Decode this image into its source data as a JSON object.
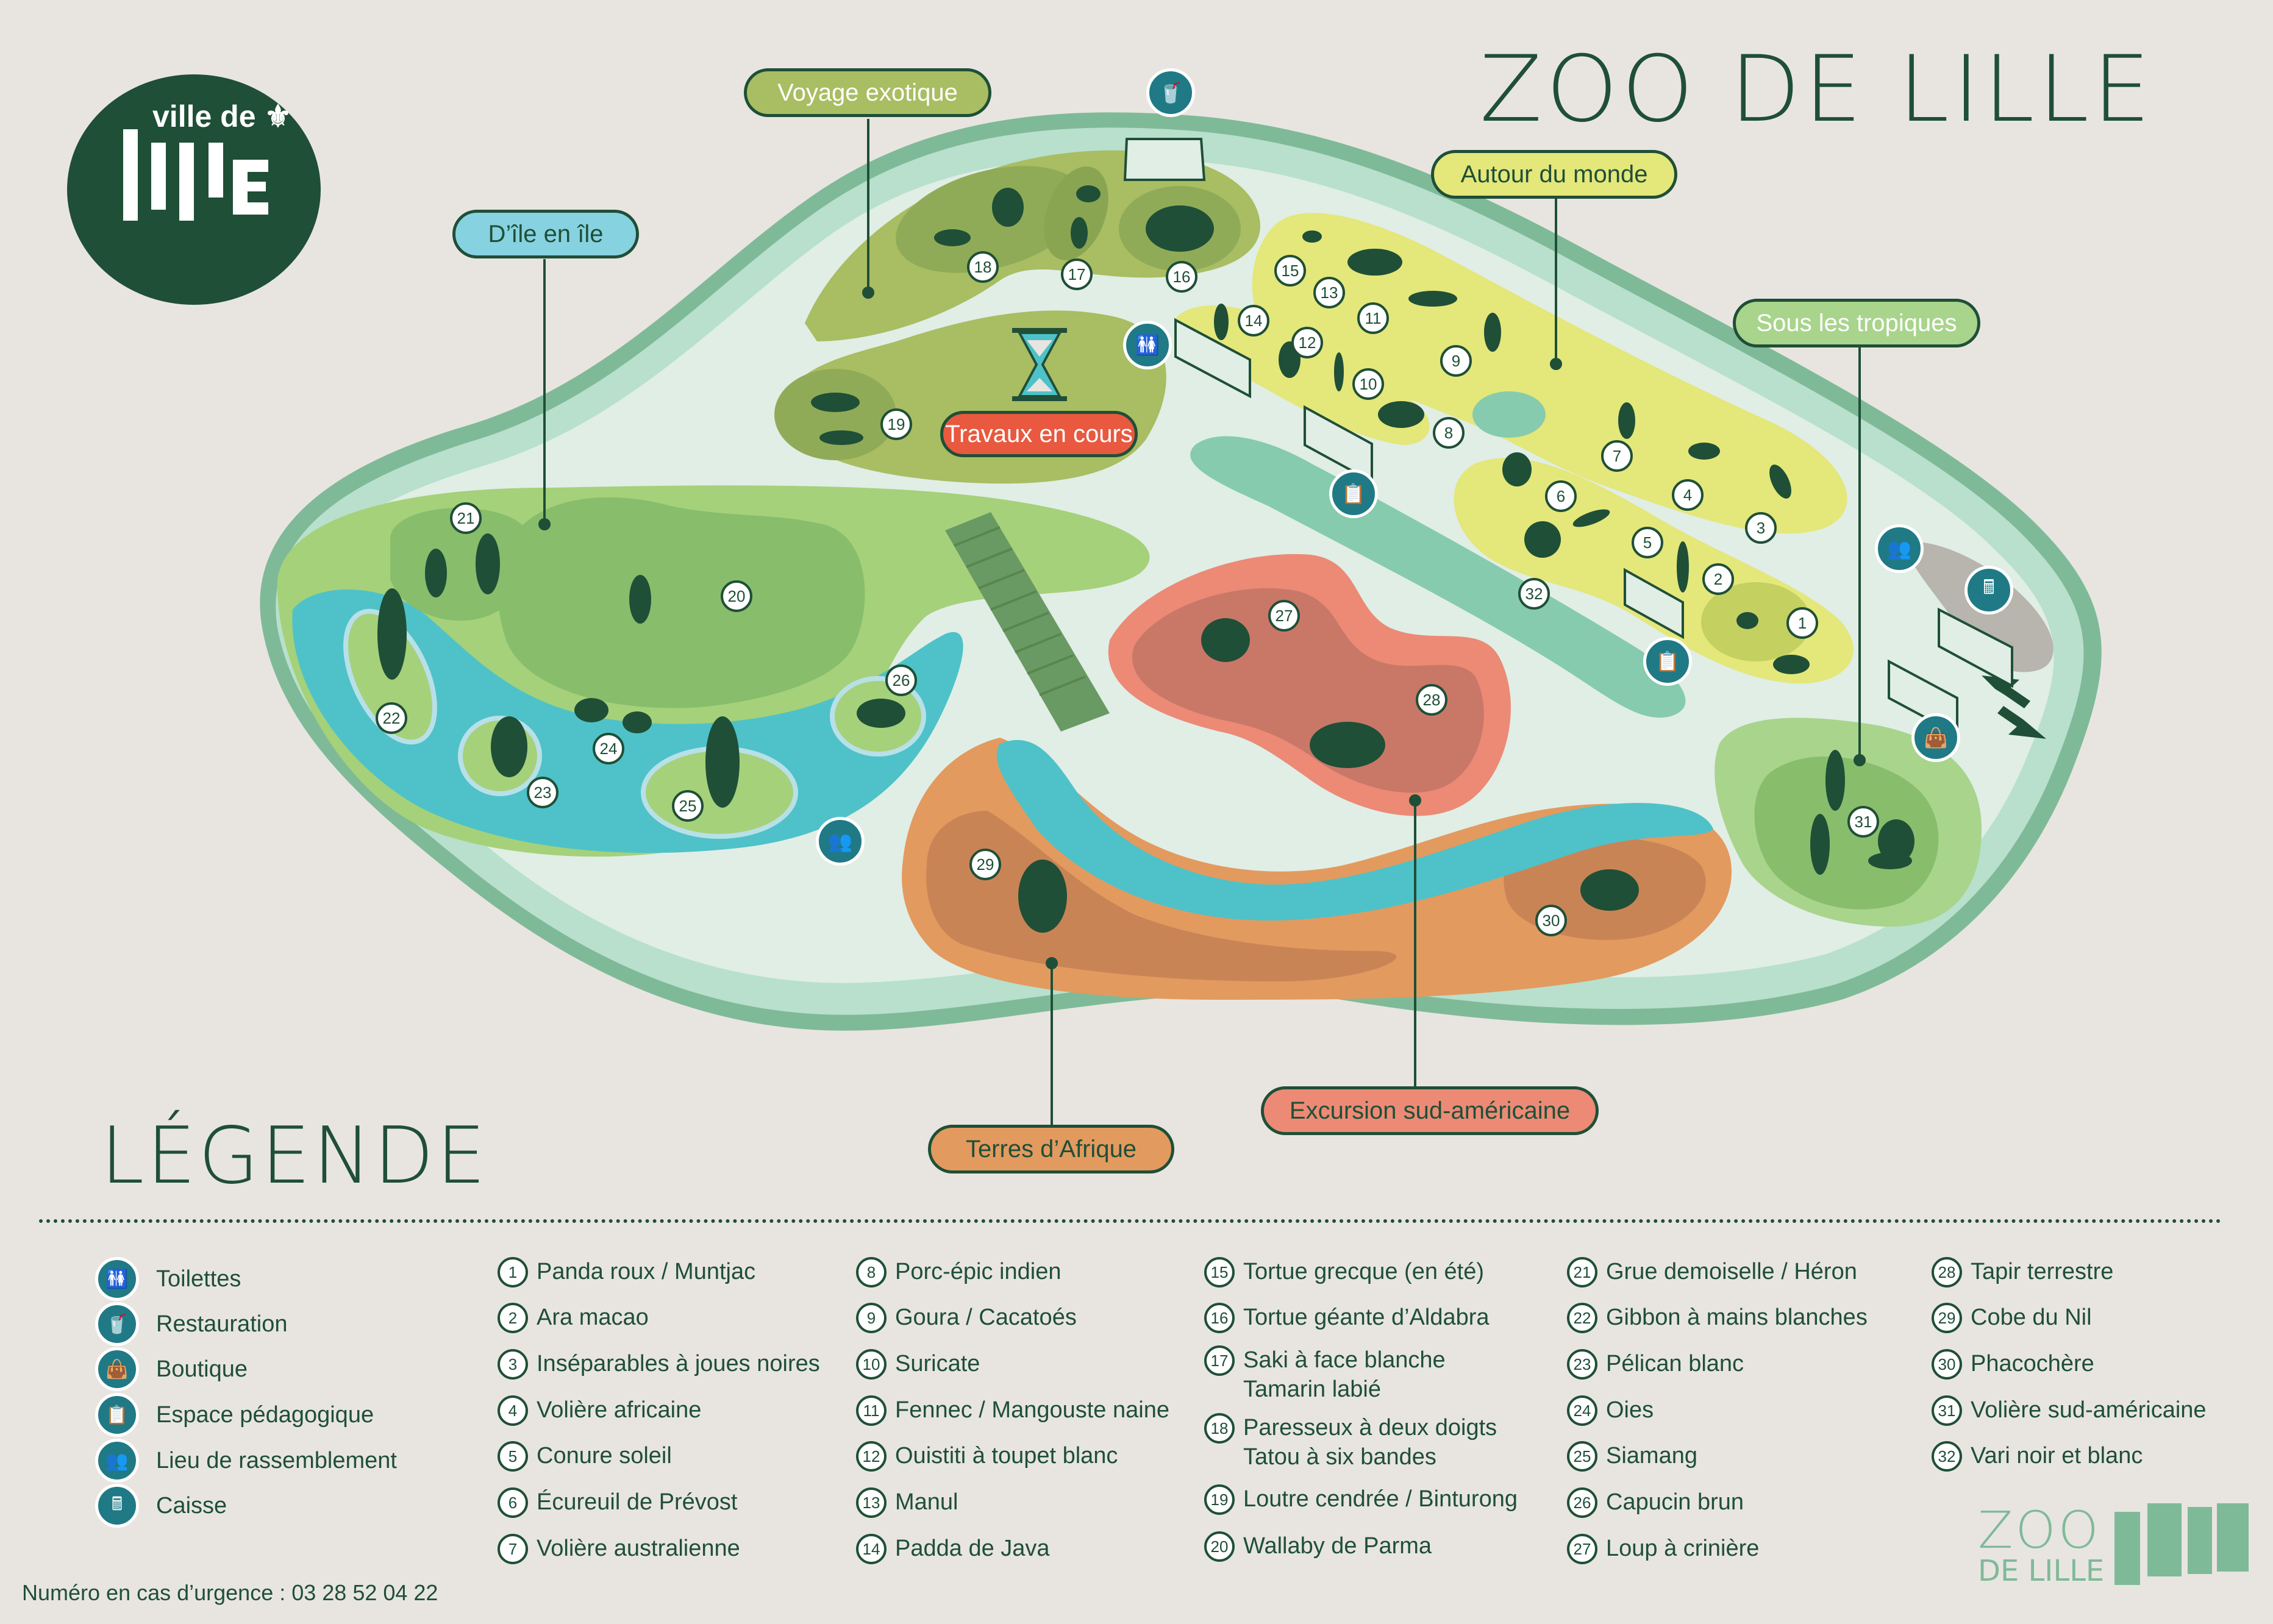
{
  "header": {
    "logo_top": "ville de",
    "logo_fleur": "⚜",
    "title": "ZOO DE LILLE"
  },
  "zones": [
    {
      "id": "dile",
      "label": "D’île en île",
      "color": "#87d2e0",
      "text_color": "#1f4f37"
    },
    {
      "id": "voyage",
      "label": "Voyage exotique",
      "color": "#a9bd62",
      "text_color": "#ffffff"
    },
    {
      "id": "autour",
      "label": "Autour du monde",
      "color": "#e4e77a",
      "text_color": "#1f4f37"
    },
    {
      "id": "tropiques",
      "label": "Sous les tropiques",
      "color": "#a8d48c",
      "text_color": "#ffffff"
    },
    {
      "id": "afrique",
      "label": "Terres d’Afrique",
      "color": "#e39a5f",
      "text_color": "#1f4f37"
    },
    {
      "id": "sudam",
      "label": "Excursion sud-américaine",
      "color": "#ec8a76",
      "text_color": "#1f4f37"
    }
  ],
  "map": {
    "works_label": "Travaux en cours",
    "enclosure_numbers": [
      "1",
      "2",
      "3",
      "4",
      "5",
      "6",
      "7",
      "8",
      "9",
      "10",
      "11",
      "12",
      "13",
      "14",
      "15",
      "16",
      "17",
      "18",
      "19",
      "20",
      "21",
      "22",
      "23",
      "24",
      "25",
      "26",
      "27",
      "28",
      "29",
      "30",
      "31",
      "32"
    ]
  },
  "legend": {
    "title": "LÉGENDE",
    "facilities": [
      {
        "icon": "toilets-icon",
        "glyph": "🚻",
        "label": "Toilettes"
      },
      {
        "icon": "drink-cup-icon",
        "glyph": "🥤",
        "label": "Restauration"
      },
      {
        "icon": "shopping-bag-icon",
        "glyph": "👜",
        "label": "Boutique"
      },
      {
        "icon": "clipboard-pencil-icon",
        "glyph": "📋",
        "label": "Espace pédagogique"
      },
      {
        "icon": "assembly-point-icon",
        "glyph": "👥",
        "label": "Lieu de rassemblement"
      },
      {
        "icon": "cash-register-icon",
        "glyph": "🖩",
        "label": "Caisse"
      }
    ],
    "animals": [
      {
        "n": "1",
        "label": "Panda roux / Muntjac"
      },
      {
        "n": "2",
        "label": "Ara macao"
      },
      {
        "n": "3",
        "label": "Inséparables à joues noires"
      },
      {
        "n": "4",
        "label": "Volière africaine"
      },
      {
        "n": "5",
        "label": "Conure soleil"
      },
      {
        "n": "6",
        "label": "Écureuil de Prévost"
      },
      {
        "n": "7",
        "label": "Volière australienne"
      },
      {
        "n": "8",
        "label": "Porc-épic indien"
      },
      {
        "n": "9",
        "label": "Goura / Cacatoés"
      },
      {
        "n": "10",
        "label": "Suricate"
      },
      {
        "n": "11",
        "label": "Fennec / Mangouste naine"
      },
      {
        "n": "12",
        "label": "Ouistiti à toupet blanc"
      },
      {
        "n": "13",
        "label": "Manul"
      },
      {
        "n": "14",
        "label": "Padda de Java"
      },
      {
        "n": "15",
        "label": "Tortue grecque (en été)"
      },
      {
        "n": "16",
        "label": "Tortue géante d’Aldabra"
      },
      {
        "n": "17",
        "label": "Saki à face blanche",
        "label2": "Tamarin labié"
      },
      {
        "n": "18",
        "label": "Paresseux à deux doigts",
        "label2": "Tatou à six bandes"
      },
      {
        "n": "19",
        "label": "Loutre cendrée / Binturong"
      },
      {
        "n": "20",
        "label": "Wallaby de Parma"
      },
      {
        "n": "21",
        "label": "Grue demoiselle / Héron"
      },
      {
        "n": "22",
        "label": "Gibbon à mains blanches"
      },
      {
        "n": "23",
        "label": "Pélican blanc"
      },
      {
        "n": "24",
        "label": "Oies"
      },
      {
        "n": "25",
        "label": "Siamang"
      },
      {
        "n": "26",
        "label": "Capucin brun"
      },
      {
        "n": "27",
        "label": "Loup à crinière"
      },
      {
        "n": "28",
        "label": "Tapir terrestre"
      },
      {
        "n": "29",
        "label": "Cobe du Nil"
      },
      {
        "n": "30",
        "label": "Phacochère"
      },
      {
        "n": "31",
        "label": "Volière sud-américaine"
      },
      {
        "n": "32",
        "label": "Vari noir et blanc"
      }
    ]
  },
  "footer": {
    "emergency": "Numéro en cas d’urgence : 03 28 52 04 22",
    "zoo_logo_top": "ZOO",
    "zoo_logo_bottom": "DE LILLE"
  },
  "colors": {
    "dark_green": "#1f4f37",
    "teal_icon": "#1f7a86",
    "background": "#e8e5e0",
    "path": "#e0eee6",
    "outer_ring": "#7fba98",
    "water": "#4ec2c8"
  }
}
